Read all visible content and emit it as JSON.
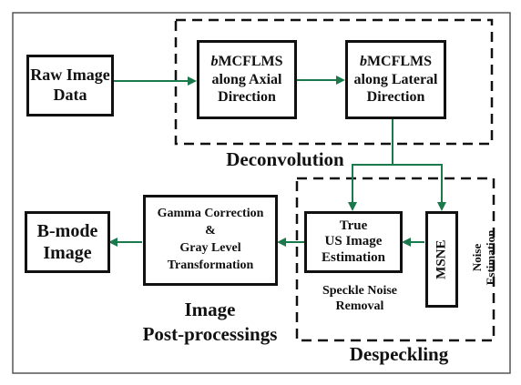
{
  "boxes": {
    "raw_image_data": [
      "Raw Image",
      "Data"
    ],
    "axial": {
      "italic_prefix": "b",
      "line1_rest": "MCFLMS",
      "line2": "along Axial",
      "line3": "Direction"
    },
    "lateral": {
      "italic_prefix": "b",
      "line1_rest": "MCFLMS",
      "line2": "along Lateral",
      "line3": "Direction"
    },
    "true_us": [
      "True",
      "US Image",
      "Estimation"
    ],
    "msne": "MSNE",
    "gamma": [
      "Gamma Correction",
      "&",
      "Gray Level",
      "Transformation"
    ],
    "bmode": [
      "B-mode",
      "Image"
    ]
  },
  "labels": {
    "deconvolution": "Deconvolution",
    "noise_estimation": [
      "Noise",
      "Estimation"
    ],
    "speckle_noise_removal": [
      "Speckle Noise",
      "Removal"
    ],
    "image_post_processings": [
      "Image",
      "Post-processings"
    ],
    "despeckling": "Despeckling"
  },
  "colors": {
    "arrow": "#1a7a4c",
    "border": "#111111"
  }
}
